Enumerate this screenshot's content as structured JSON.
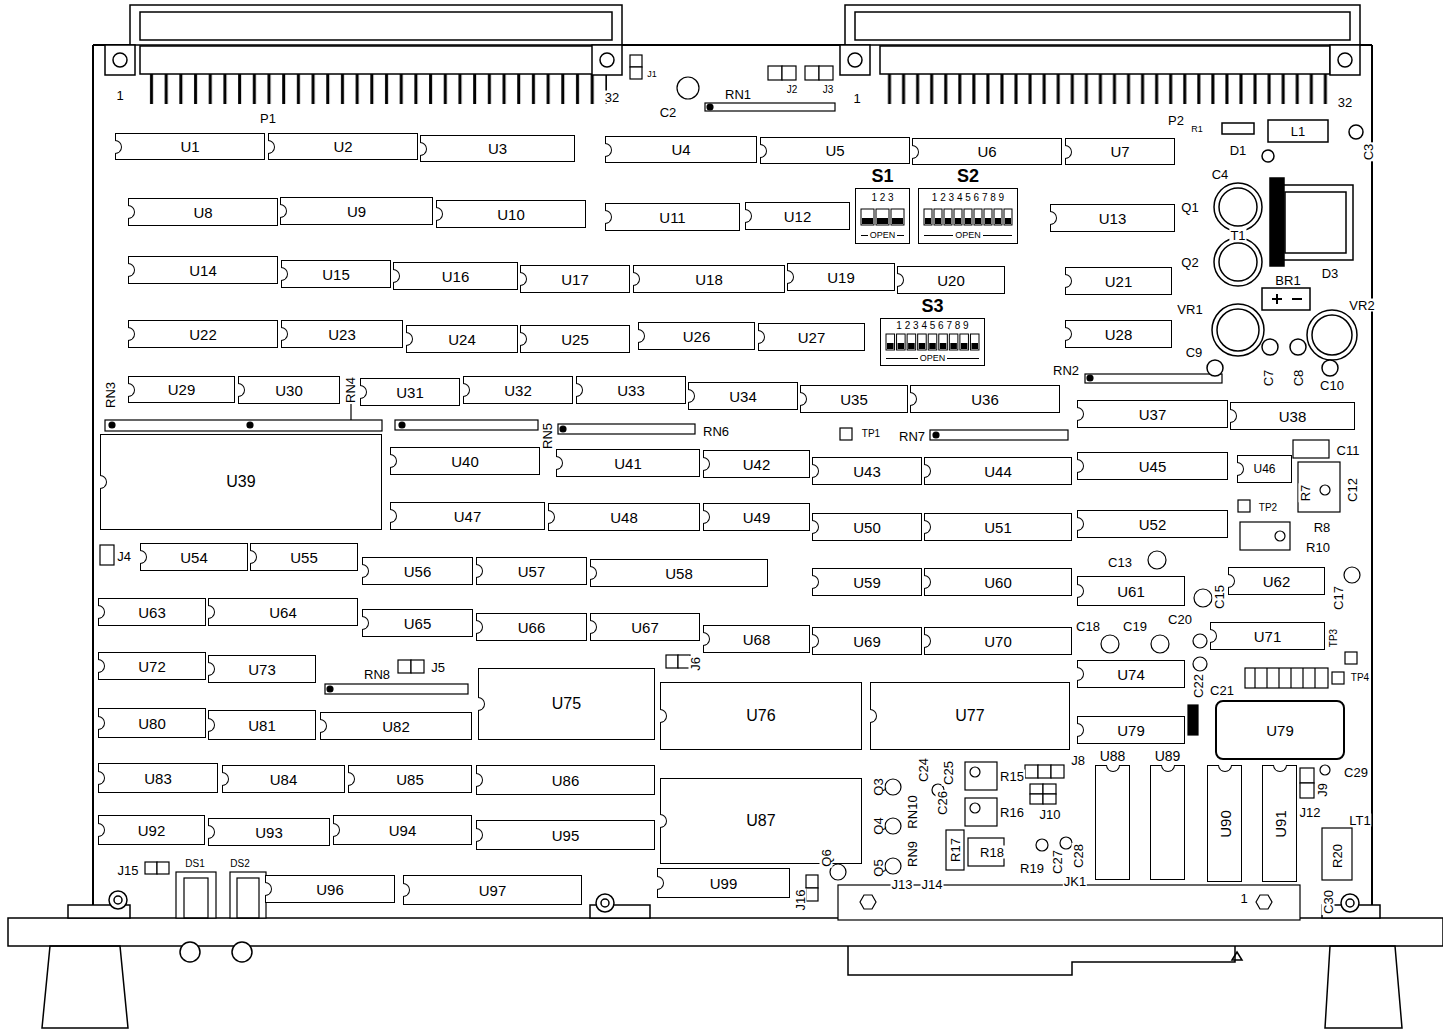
{
  "diagram": {
    "nodes": [
      {
        "text": [
          "U1"
        ]
      },
      {
        "text": [
          "U2"
        ]
      },
      {
        "text": [
          "U3"
        ]
      },
      {
        "text": [
          "U4"
        ]
      },
      {
        "text": [
          "U5"
        ]
      },
      {
        "text": [
          "U6"
        ]
      },
      {
        "text": [
          "U7"
        ]
      },
      {
        "text": [
          "U8"
        ]
      },
      {
        "text": [
          "U9"
        ]
      },
      {
        "text": [
          "U10"
        ]
      },
      {
        "text": [
          "U11"
        ]
      },
      {
        "text": [
          "U12"
        ]
      },
      {
        "text": [
          "S1",
          "1 2 3",
          "OPEN"
        ]
      },
      {
        "text": [
          "S2",
          "1 2 3 4 5 6 7 8 9",
          "OPEN"
        ]
      },
      {
        "text": [
          "U13"
        ]
      },
      {
        "text": [
          "U14"
        ]
      },
      {
        "text": [
          "U15"
        ]
      },
      {
        "text": [
          "U16"
        ]
      },
      {
        "text": [
          "U17"
        ]
      },
      {
        "text": [
          "U18"
        ]
      },
      {
        "text": [
          "U19"
        ]
      },
      {
        "text": [
          "U20"
        ]
      },
      {
        "text": [
          "U21"
        ]
      },
      {
        "text": [
          "S3",
          "1 2 3 4 5 6 7 8 9",
          "OPEN"
        ]
      },
      {
        "text": [
          "U22"
        ]
      },
      {
        "text": [
          "U23"
        ]
      },
      {
        "text": [
          "U24"
        ]
      },
      {
        "text": [
          "U25"
        ]
      },
      {
        "text": [
          "U26"
        ]
      },
      {
        "text": [
          "U27"
        ]
      },
      {
        "text": [
          "U28"
        ]
      },
      {
        "text": [
          "U29"
        ]
      },
      {
        "text": [
          "U30"
        ]
      },
      {
        "text": [
          "U31"
        ]
      },
      {
        "text": [
          "U32"
        ]
      },
      {
        "text": [
          "U33"
        ]
      },
      {
        "text": [
          "U34"
        ]
      },
      {
        "text": [
          "U35"
        ]
      },
      {
        "text": [
          "U36"
        ]
      },
      {
        "text": [
          "U37"
        ]
      },
      {
        "text": [
          "U38"
        ]
      },
      {
        "text": [
          "U39"
        ]
      },
      {
        "text": [
          "U40"
        ]
      },
      {
        "text": [
          "U41"
        ]
      },
      {
        "text": [
          "U42"
        ]
      },
      {
        "text": [
          "U43"
        ]
      },
      {
        "text": [
          "U44"
        ]
      },
      {
        "text": [
          "U45"
        ]
      },
      {
        "text": [
          "U46"
        ]
      },
      {
        "text": [
          "U47"
        ]
      },
      {
        "text": [
          "U48"
        ]
      },
      {
        "text": [
          "U49"
        ]
      },
      {
        "text": [
          "U50"
        ]
      },
      {
        "text": [
          "U51"
        ]
      },
      {
        "text": [
          "U52"
        ]
      },
      {
        "text": [
          "U54"
        ]
      },
      {
        "text": [
          "U55"
        ]
      },
      {
        "text": [
          "U56"
        ]
      },
      {
        "text": [
          "U57"
        ]
      },
      {
        "text": [
          "U58"
        ]
      },
      {
        "text": [
          "U59"
        ]
      },
      {
        "text": [
          "U60"
        ]
      },
      {
        "text": [
          "U61"
        ]
      },
      {
        "text": [
          "U62"
        ]
      },
      {
        "text": [
          "U63"
        ]
      },
      {
        "text": [
          "U64"
        ]
      },
      {
        "text": [
          "U65"
        ]
      },
      {
        "text": [
          "U66"
        ]
      },
      {
        "text": [
          "U67"
        ]
      },
      {
        "text": [
          "U68"
        ]
      },
      {
        "text": [
          "U69"
        ]
      },
      {
        "text": [
          "U70"
        ]
      },
      {
        "text": [
          "U71"
        ]
      },
      {
        "text": [
          "U72"
        ]
      },
      {
        "text": [
          "U73"
        ]
      },
      {
        "text": [
          "U74"
        ]
      },
      {
        "text": [
          "U75"
        ]
      },
      {
        "text": [
          "U76"
        ]
      },
      {
        "text": [
          "U77"
        ]
      },
      {
        "text": [
          "U79"
        ]
      },
      {
        "text": [
          "U79"
        ]
      },
      {
        "text": [
          "U80"
        ]
      },
      {
        "text": [
          "U81"
        ]
      },
      {
        "text": [
          "U82"
        ]
      },
      {
        "text": [
          "U83"
        ]
      },
      {
        "text": [
          "U84"
        ]
      },
      {
        "text": [
          "U85"
        ]
      },
      {
        "text": [
          "U86"
        ]
      },
      {
        "text": [
          "U87"
        ]
      },
      {
        "text": [
          "U88"
        ]
      },
      {
        "text": [
          "U89"
        ]
      },
      {
        "text": [
          "U90"
        ]
      },
      {
        "text": [
          "U91"
        ]
      },
      {
        "text": [
          "U92"
        ]
      },
      {
        "text": [
          "U93"
        ]
      },
      {
        "text": [
          "U94"
        ]
      },
      {
        "text": [
          "U95"
        ]
      },
      {
        "text": [
          "U96"
        ]
      },
      {
        "text": [
          "U97"
        ]
      },
      {
        "text": [
          "U99"
        ]
      }
    ],
    "labels": [
      "1",
      "P1",
      "32",
      "J1",
      "C2",
      "RN1",
      "J2",
      "J3",
      "1",
      "32",
      "P2",
      "R1",
      "L1",
      "D1",
      "C3",
      "C4",
      "Q1",
      "T1",
      "Q2",
      "D3",
      "BR1",
      "VR1",
      "VR2",
      "C9",
      "C7",
      "C8",
      "C10",
      "RN2",
      "RN3",
      "RN4",
      "RN5",
      "RN6",
      "TP1",
      "RN7",
      "C11",
      "C12",
      "R7",
      "TP2",
      "R8",
      "R10",
      "J4",
      "C13",
      "C15",
      "C17",
      "C18",
      "C19",
      "C20",
      "TP3",
      "RN8",
      "J5",
      "J6",
      "C22",
      "C21",
      "TP4",
      "C24",
      "C25",
      "R15",
      "J8",
      "Q3",
      "C26",
      "R16",
      "J10",
      "RN10",
      "Q4",
      "R17",
      "R18",
      "RN9",
      "C27",
      "C28",
      "R19",
      "Q5",
      "Q6",
      "J13",
      "J14",
      "J16",
      "JK1",
      "1",
      "C29",
      "J9",
      "J12",
      "LT1",
      "R20",
      "C30",
      "J15",
      "DS1",
      "DS2"
    ]
  }
}
